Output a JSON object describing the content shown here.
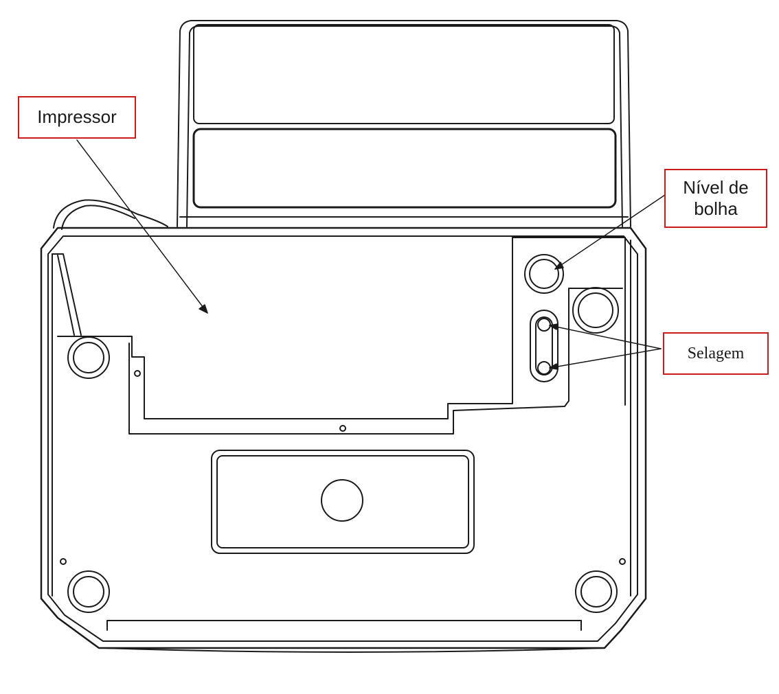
{
  "callouts": {
    "impressor": "Impressor",
    "nivel_de_bolha_line1": "Nível de",
    "nivel_de_bolha_line2": "bolha",
    "selagem": "Selagem"
  },
  "colors": {
    "callout_border": "#cc1a1a",
    "line_art": "#1a1a1a",
    "background": "#ffffff"
  }
}
